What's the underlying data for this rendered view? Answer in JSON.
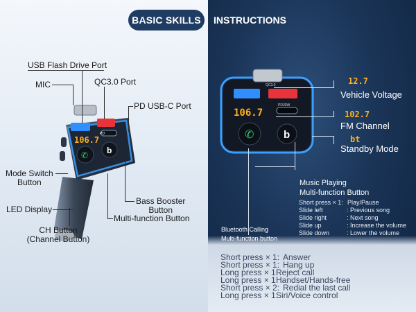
{
  "header": {
    "left_title": "BASIC SKILLS",
    "right_title": "INSTRUCTIONS"
  },
  "left_labels": {
    "usb_flash": "USB Flash Drive Port",
    "mic": "MIC",
    "qc30": "QC3.0 Port",
    "pd_usbc": "PD USB-C Port",
    "mode_switch_1": "Mode Switch",
    "mode_switch_2": "Button",
    "led_display": "LED Display",
    "bass_booster_1": "Bass Booster",
    "bass_booster_2": "Button",
    "multi_function": "Multi-function Button",
    "ch_button_1": "CH Button",
    "ch_button_2": "(Channel Button)"
  },
  "device_left": {
    "display": "106.7",
    "pd_label": "PD",
    "b_button": "b"
  },
  "device_right": {
    "display": "106.7",
    "qc_label": "QC3.0",
    "pd_label": "PD30W",
    "b_button": "b"
  },
  "right_labels": {
    "vehicle_voltage_value": "12.7",
    "vehicle_voltage": "Vehicle Voltage",
    "fm_channel_value": "102.7",
    "fm_channel": "FM Channel",
    "standby_value": "bt",
    "standby_mode": "Standby Mode"
  },
  "music": {
    "title_1": "Music Playing",
    "title_2": "Multi-function Button",
    "rows": [
      {
        "action": "Short press × 1:",
        "result": "Play/Pause"
      },
      {
        "action": "Slide left",
        "result": ":  Previous song"
      },
      {
        "action": "Slide right",
        "result": ":  Next song"
      },
      {
        "action": "Slide up",
        "result": ":  Increase the volume"
      },
      {
        "action": "Slide down",
        "result": ":  Lower the volume"
      }
    ]
  },
  "bt_calling": {
    "line_1": "Bluetooth Calling",
    "line_2": "Multi-function button"
  },
  "bottom_list": [
    {
      "action": "Short press × 1:",
      "result": "Answer"
    },
    {
      "action": "Short press × 1:",
      "result": "Hang up"
    },
    {
      "action": "Long press  × 1:",
      "result": "Reject call"
    },
    {
      "action": "Long press  × 1:",
      "result": "Handset/Hands-free"
    },
    {
      "action": "Short press × 2:",
      "result": "Redial the last call"
    },
    {
      "action": "Long press  × 1:",
      "result": "Siri/Voice control"
    }
  ],
  "colors": {
    "accent_blue": "#1f3c63",
    "display_orange": "#ffb020",
    "ring_blue": "#3aa0ff",
    "usb_blue": "#2f8fff",
    "usb_red": "#e8333a"
  }
}
